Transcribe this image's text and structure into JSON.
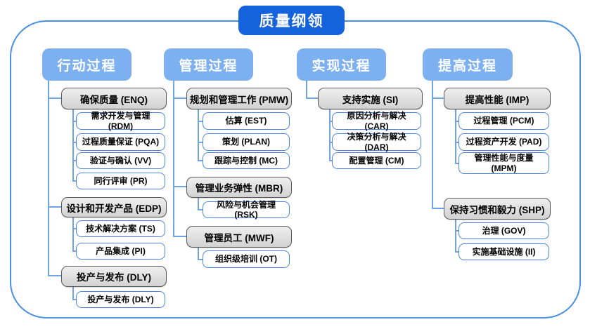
{
  "title": "质量纲领",
  "colors": {
    "title_bg": "#1463dc",
    "header_bg": "#7db0f0",
    "connector": "#6fa3e3",
    "frame_border": "#4a90e2",
    "group_fill": "#d9d9d9",
    "group_border": "#5a5a5a",
    "leaf_border": "#4a86e8",
    "text_light": "#ffffff",
    "text_dark": "#000000"
  },
  "columns": [
    {
      "header": "行动过程",
      "groups": [
        {
          "label": "确保质量 (ENQ)",
          "children": [
            "需求开发与管理 (RDM)",
            "过程质量保证 (PQA)",
            "验证与确认 (VV)",
            "同行评审 (PR)"
          ]
        },
        {
          "label": "设计和开发产品 (EDP)",
          "children": [
            "技术解决方案 (TS)",
            "产品集成 (PI)"
          ]
        },
        {
          "label": "投产与发布 (DLY)",
          "children": [
            "投产与发布 (DLY)"
          ]
        }
      ]
    },
    {
      "header": "管理过程",
      "groups": [
        {
          "label": "规划和管理工作 (PMW)",
          "children": [
            "估算 (EST)",
            "策划 (PLAN)",
            "跟踪与控制 (MC)"
          ]
        },
        {
          "label": "管理业务弹性 (MBR)",
          "children": [
            "风险与机会管理 (RSK)"
          ]
        },
        {
          "label": "管理员工 (MWF)",
          "children": [
            "组织级培训 (OT)"
          ]
        }
      ]
    },
    {
      "header": "实现过程",
      "groups": [
        {
          "label": "支持实施 (SI)",
          "children": [
            "原因分析与解决 (CAR)",
            "决策分析与解决 (DAR)",
            "配置管理 (CM)"
          ]
        }
      ]
    },
    {
      "header": "提高过程",
      "groups": [
        {
          "label": "提高性能 (IMP)",
          "children": [
            "过程管理 (PCM)",
            "过程资产开发 (PAD)",
            "管理性能与度量 (MPM)"
          ]
        },
        {
          "label": "保持习惯和毅力 (SHP)",
          "children": [
            "治理 (GOV)",
            "实施基础设施 (II)"
          ]
        }
      ]
    }
  ]
}
